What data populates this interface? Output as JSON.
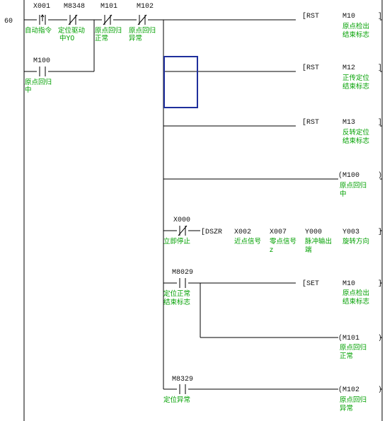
{
  "ladder": {
    "step_number": "60",
    "contacts": [
      {
        "device": "X001",
        "comment": [
          "自动指令"
        ]
      },
      {
        "device": "M8348",
        "comment": [
          "定位驱动",
          "中Y0"
        ]
      },
      {
        "device": "M101",
        "comment": [
          "原点回归",
          "正常"
        ]
      },
      {
        "device": "M102",
        "comment": [
          "原点回归",
          "异常"
        ]
      },
      {
        "device": "M100",
        "comment": [
          "原点回归",
          "中"
        ]
      },
      {
        "device": "X000",
        "comment": [
          "立即停止"
        ]
      },
      {
        "device": "M8029",
        "comment": [
          "定位正常",
          "结束标志"
        ]
      },
      {
        "device": "M8329",
        "comment": [
          "定位异常"
        ]
      }
    ],
    "instructions": [
      {
        "op": "[RST",
        "device": "M10",
        "comment": [
          "原点检出",
          "结束标志"
        ]
      },
      {
        "op": "[RST",
        "device": "M12",
        "comment": [
          "正传定位",
          "结束标志"
        ]
      },
      {
        "op": "[RST",
        "device": "M13",
        "comment": [
          "反转定位",
          "结束标志"
        ]
      },
      {
        "op": "(M100",
        "device": "",
        "comment": [
          "原点回归",
          "中"
        ]
      },
      {
        "op": "[SET",
        "device": "M10",
        "comment": [
          "原点检出",
          "结束标志"
        ]
      },
      {
        "op": "(M101",
        "device": "",
        "comment": [
          "原点回归",
          "正常"
        ]
      },
      {
        "op": "(M102",
        "device": "",
        "comment": [
          "原点回归",
          "异常"
        ]
      }
    ],
    "dszr": {
      "op": "[DSZR",
      "operands": [
        {
          "device": "X002",
          "comment": [
            "近点信号"
          ]
        },
        {
          "device": "X007",
          "comment": [
            "零点信号",
            "z"
          ]
        },
        {
          "device": "Y000",
          "comment": [
            "脉冲输出",
            "端"
          ]
        },
        {
          "device": "Y003",
          "comment": [
            "旋转方向"
          ]
        }
      ]
    },
    "colors": {
      "wire": "#000000",
      "comment": "#00a000",
      "selection": "#1f2f9c"
    }
  }
}
